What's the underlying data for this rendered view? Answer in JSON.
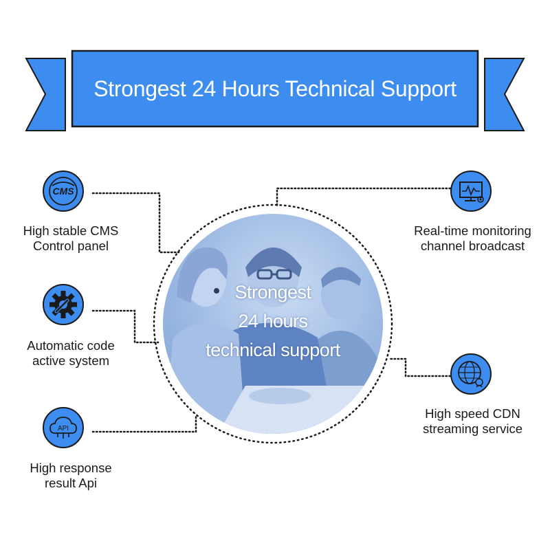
{
  "banner": {
    "title": "Strongest 24 Hours Technical Support"
  },
  "center": {
    "lines": [
      "Strongest",
      "24 hours",
      "technical support"
    ]
  },
  "features": [
    {
      "id": "cms",
      "icon": "cms-icon",
      "lines": [
        "High stable CMS",
        "Control panel"
      ]
    },
    {
      "id": "code",
      "icon": "gear-wrench-icon",
      "lines": [
        "Automatic code",
        "active system"
      ]
    },
    {
      "id": "api",
      "icon": "api-cloud-icon",
      "icon_text": "API",
      "lines": [
        "High response",
        "result Api"
      ]
    },
    {
      "id": "monitor",
      "icon": "monitor-pulse-icon",
      "lines": [
        "Real-time monitoring",
        "channel broadcast"
      ]
    },
    {
      "id": "cdn",
      "icon": "globe-network-icon",
      "lines": [
        "High speed CDN",
        "streaming service"
      ]
    }
  ],
  "colors": {
    "accent": "#3d8df0",
    "banner_blue": "#3d8df0",
    "outline": "#1a1a1a",
    "photo_tint": "#7fa3d8"
  }
}
